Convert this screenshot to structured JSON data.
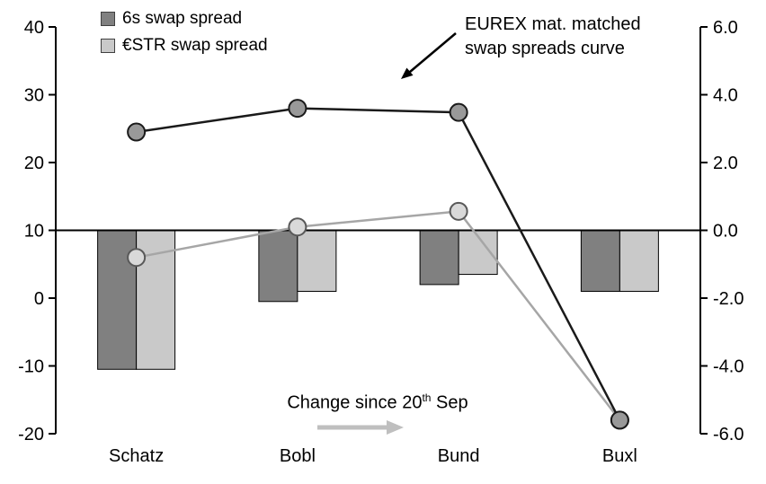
{
  "legend": {
    "items": [
      {
        "label": "6s swap spread",
        "color": "#808080"
      },
      {
        "label": "€STR swap spread",
        "color": "#c9c9c9"
      }
    ]
  },
  "annotations": {
    "curve_label_line1": "EUREX mat. matched",
    "curve_label_line2": "swap spreads curve",
    "change_prefix": "Change since 20",
    "change_sup": "th",
    "change_suffix": " Sep"
  },
  "colors": {
    "annotation_arrow": "#000000",
    "change_arrow": "#bfbfbf",
    "bar_6s": "#808080",
    "bar_estr": "#c9c9c9",
    "line_6s": "#1a1a1a",
    "line_estr": "#a6a6a6"
  },
  "chart_data": {
    "type": "combo-bar-line",
    "title": "",
    "categories": [
      "Schatz",
      "Bobl",
      "Bund",
      "Buxl"
    ],
    "left_axis": {
      "min": -20,
      "max": 40,
      "ticks": [
        40,
        30,
        20,
        10,
        0,
        -10,
        -20
      ],
      "represents": "swap spread level (lines)"
    },
    "right_axis": {
      "min": -6,
      "max": 6,
      "ticks": [
        "6.0",
        "4.0",
        "2.0",
        "0.0",
        "-2.0",
        "-4.0",
        "-6.0"
      ],
      "represents": "change since 20th Sep (bars)"
    },
    "bar_series": [
      {
        "key": "6s",
        "name": "6s swap spread",
        "axis": "right",
        "color": "#808080",
        "values": [
          -4.1,
          -2.1,
          -1.6,
          -1.8
        ]
      },
      {
        "key": "estr",
        "name": "€STR swap spread",
        "axis": "right",
        "color": "#c9c9c9",
        "values": [
          -4.1,
          -1.8,
          -1.3,
          -1.8
        ]
      }
    ],
    "line_series": [
      {
        "key": "estr",
        "name": "€STR swap spread",
        "axis": "left",
        "color": "#a6a6a6",
        "marker_fill": "#d9d9d9",
        "marker_stroke": "#595959",
        "values": [
          6.0,
          10.5,
          12.8,
          -18.0
        ]
      },
      {
        "key": "6s",
        "name": "6s swap spread",
        "axis": "left",
        "color": "#1a1a1a",
        "marker_fill": "#999999",
        "marker_stroke": "#1a1a1a",
        "values": [
          24.5,
          28.0,
          27.4,
          -18.0
        ]
      }
    ]
  }
}
